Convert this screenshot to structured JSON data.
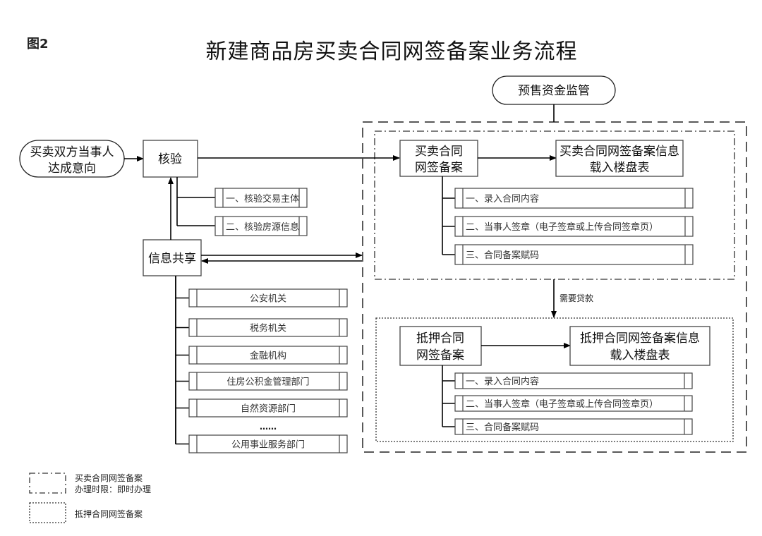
{
  "figure_label": "图2",
  "title": "新建商品房买卖合同网签备案业务流程",
  "nodes": {
    "start": [
      "买卖双方当事人",
      "达成意向"
    ],
    "verify": "核验",
    "verify_steps": [
      "一、核验交易主体",
      "二、核验房源信息"
    ],
    "info_share": "信息共享",
    "share_departments": [
      "公安机关",
      "税务机关",
      "金融机构",
      "住房公积金管理部门",
      "自然资源部门",
      "公用事业服务部门"
    ],
    "ellipsis": "……",
    "presale_supervision": "预售资金监管",
    "sale_contract": [
      "买卖合同",
      "网签备案"
    ],
    "sale_info": [
      "买卖合同网签备案信息",
      "载入楼盘表"
    ],
    "sale_steps": [
      "一、录入合同内容",
      "二、当事人签章（电子签章或上传合同签章页）",
      "三、合同备案赋码"
    ],
    "loan_condition": "需要贷款",
    "mortgage_contract": [
      "抵押合同",
      "网签备案"
    ],
    "mortgage_info": [
      "抵押合同网签备案信息",
      "载入楼盘表"
    ],
    "mortgage_steps": [
      "一、录入合同内容",
      "二、当事人签章（电子签章或上传合同签章页）",
      "三、合同备案赋码"
    ]
  },
  "legend": [
    {
      "style": "dash-dot",
      "lines": [
        "买卖合同网签备案",
        "办理时限：即时办理"
      ]
    },
    {
      "style": "dotted",
      "lines": [
        "抵押合同网签备案"
      ]
    }
  ]
}
